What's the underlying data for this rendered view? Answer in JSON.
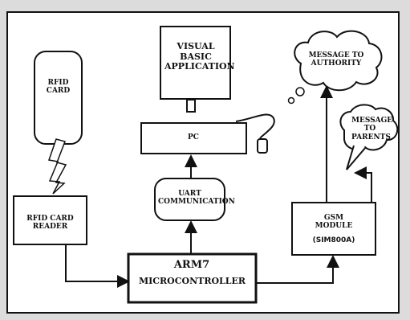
{
  "diagram": {
    "blocks": {
      "rfid_card": "RFID\nCARD",
      "rfid_reader": "RFID CARD\nREADER",
      "visual_basic": "VISUAL\nBASIC\nAPPLICATION",
      "pc": "PC",
      "uart": "UART\nCOMMUNICATION",
      "arm7_title": "ARM7",
      "arm7_sub": "MICROCONTROLLER",
      "gsm_main": "GSM\nMODULE",
      "gsm_sub": "(SIM800A)",
      "msg_authority": "MESSAGE TO\nAUTHORITY",
      "msg_parents": "MESSAGE\nTO\nPARENTS"
    }
  }
}
